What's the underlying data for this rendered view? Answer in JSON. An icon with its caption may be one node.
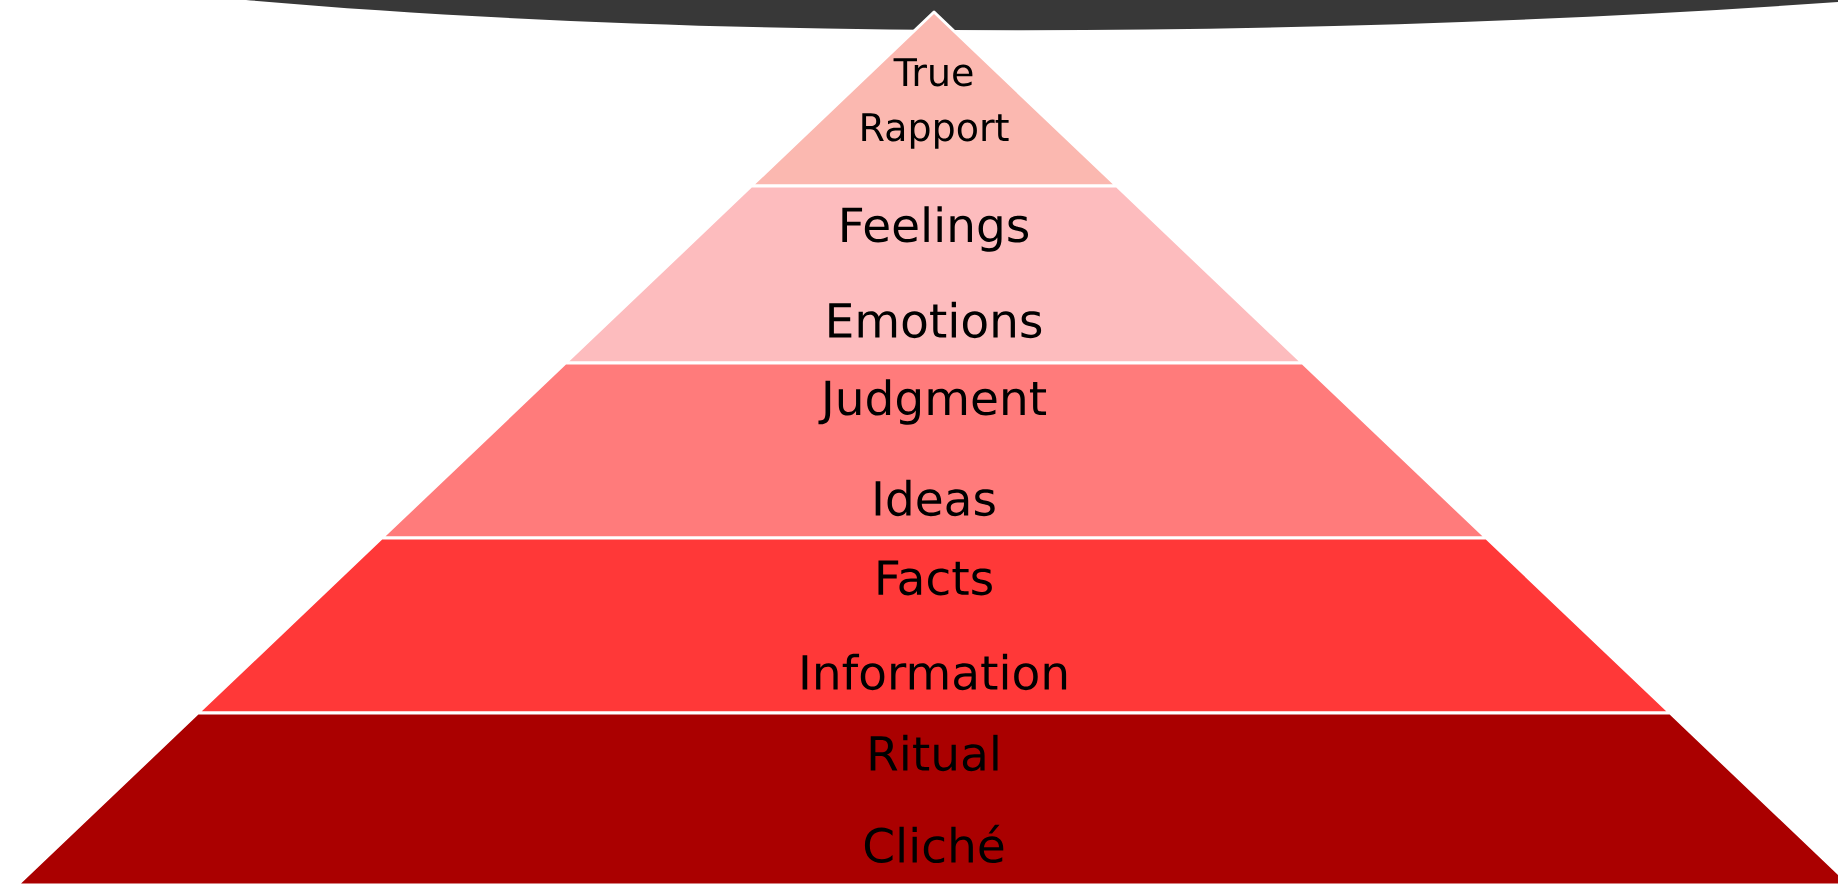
{
  "diagram": {
    "nodes": [
      {
        "text": [
          "True Rapport"
        ]
      },
      {
        "text": [
          "Feelings",
          "Emotions"
        ]
      },
      {
        "text": [
          "Judgment",
          "Ideas"
        ]
      },
      {
        "text": [
          "Facts",
          "Information"
        ]
      },
      {
        "text": [
          "Ritual",
          "Cliché"
        ]
      }
    ]
  }
}
